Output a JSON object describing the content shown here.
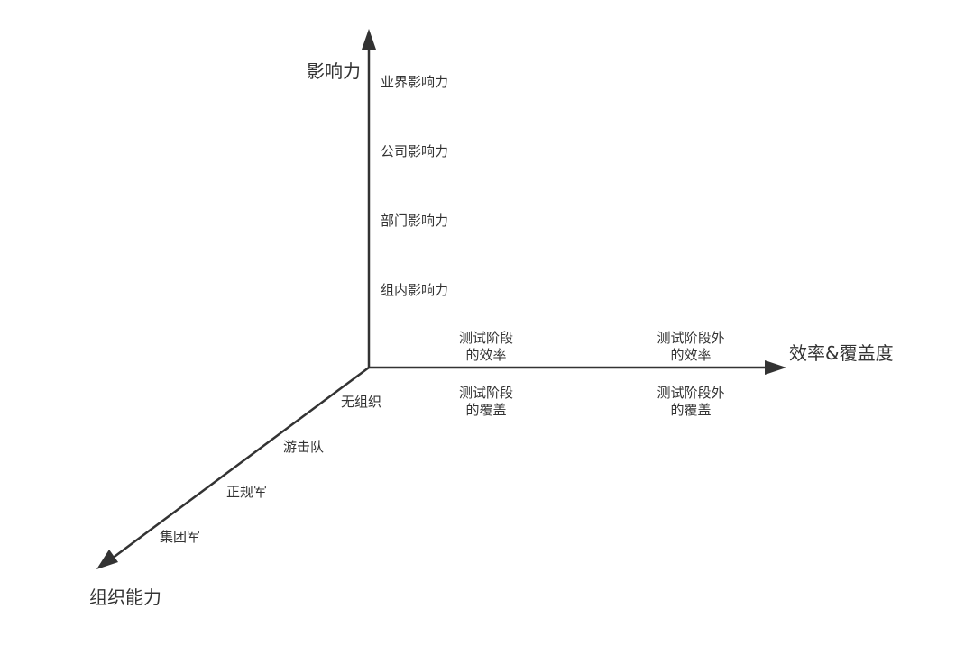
{
  "axes": {
    "vertical": {
      "title": "影响力",
      "ticks": [
        "组内影响力",
        "部门影响力",
        "公司影响力",
        "业界影响力"
      ]
    },
    "horizontal": {
      "title": "效率&覆盖度",
      "upper_ticks": [
        [
          "测试阶段",
          "的效率"
        ],
        [
          "测试阶段外",
          "的效率"
        ]
      ],
      "lower_ticks": [
        [
          "测试阶段",
          "的覆盖"
        ],
        [
          "测试阶段外",
          "的覆盖"
        ]
      ]
    },
    "diagonal": {
      "title": "组织能力",
      "ticks": [
        "无组织",
        "游击队",
        "正规军",
        "集团军"
      ]
    }
  },
  "colors": {
    "axis": "#333333",
    "text": "#333333",
    "background": "#ffffff"
  }
}
